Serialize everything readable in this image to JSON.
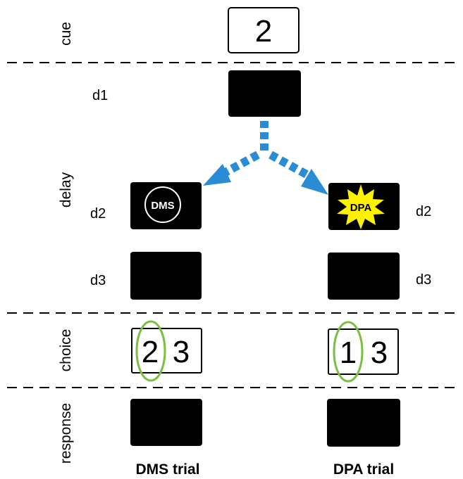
{
  "phases": {
    "cue": "cue",
    "delay": "delay",
    "choice": "choice",
    "response": "response"
  },
  "delay_steps": {
    "d1": "d1",
    "d2_left": "d2",
    "d2_right": "d2",
    "d3_left": "d3",
    "d3_right": "d3"
  },
  "cue_stimulus": "2",
  "dms_badge": "DMS",
  "dpa_badge": "DPA",
  "choice_dms": {
    "left": "2",
    "right": "3"
  },
  "choice_dpa": {
    "left": "1",
    "right": "3"
  },
  "trials": {
    "left": "DMS trial",
    "right": "DPA trial"
  },
  "colors": {
    "arrow": "#2A8CD4",
    "highlight": "#7ABF43",
    "burst": "#FFF200",
    "screen": "#000000"
  }
}
